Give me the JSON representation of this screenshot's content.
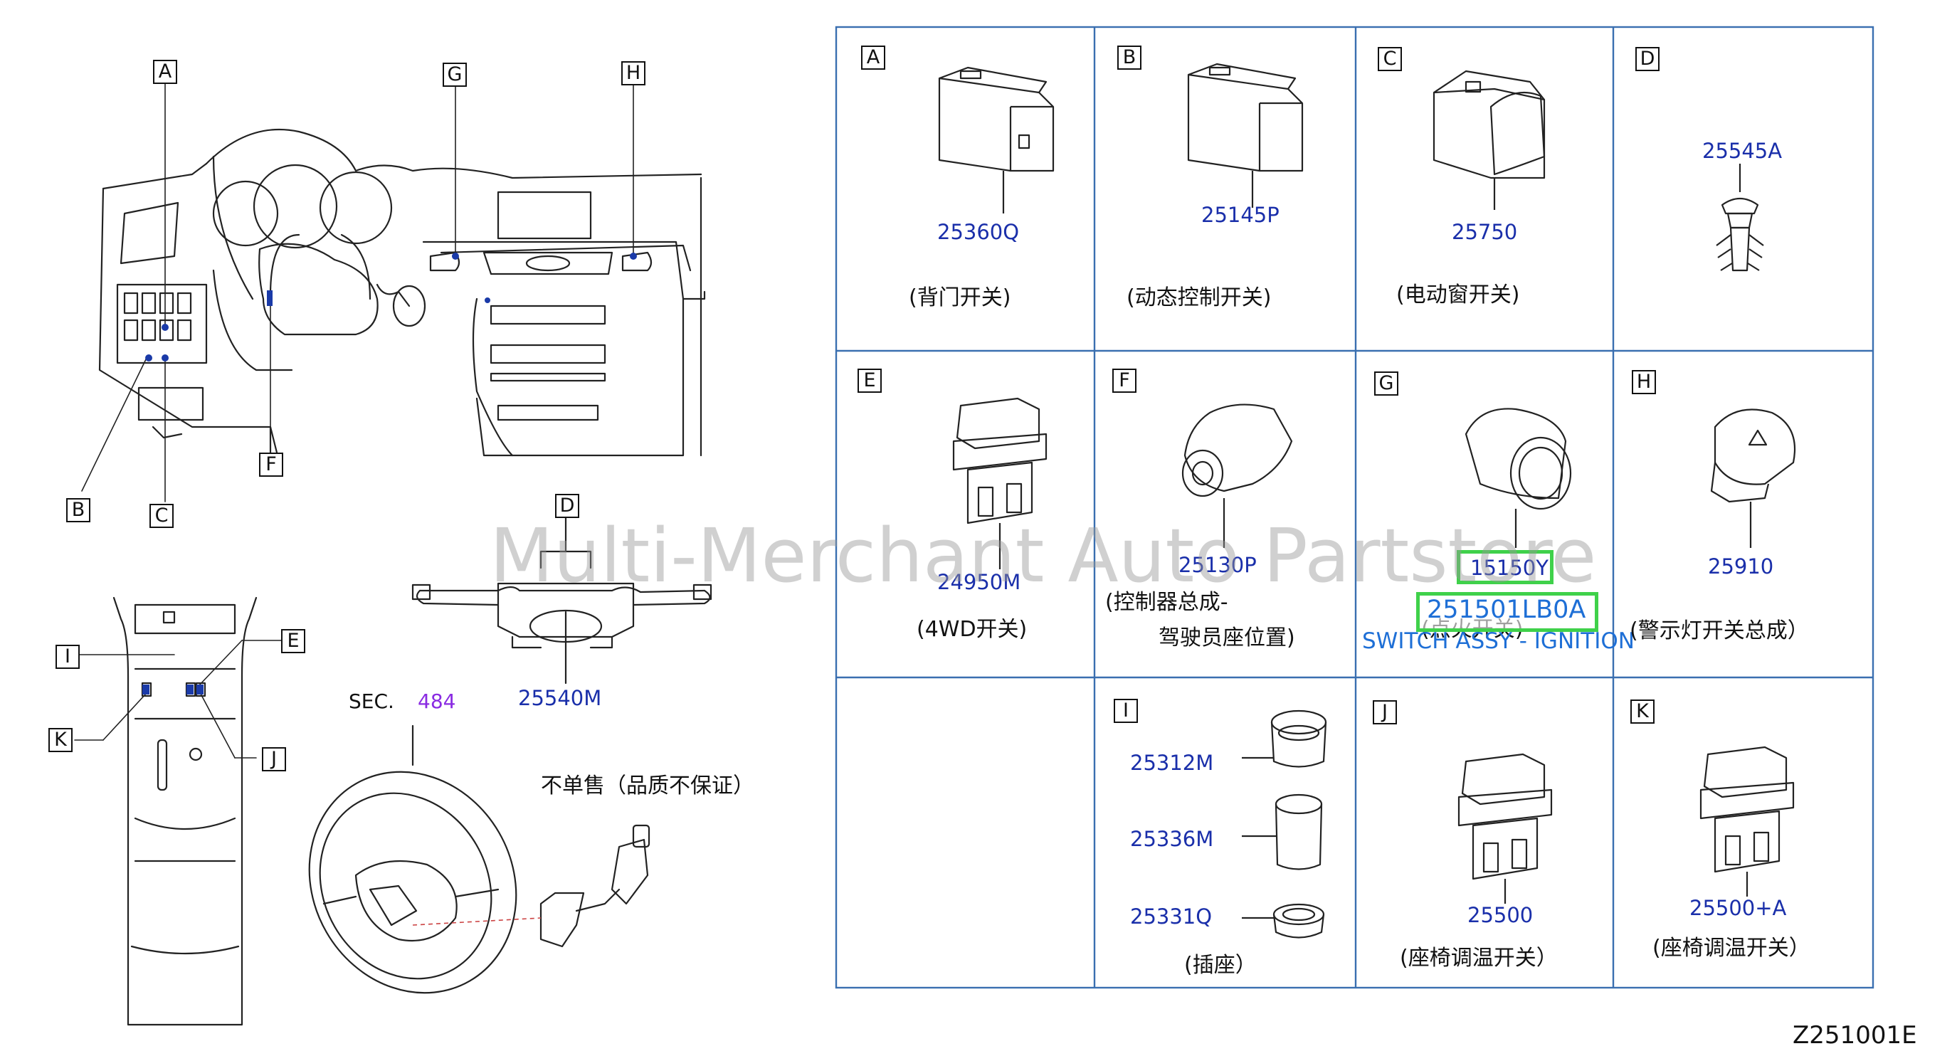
{
  "watermark": "Multi-Merchant Auto Partstore",
  "figure_code": "Z251001E",
  "overview": {
    "callouts": [
      "A",
      "B",
      "C",
      "D",
      "E",
      "F",
      "G",
      "H",
      "I",
      "J",
      "K"
    ],
    "sec_label": "SEC.",
    "sec_number": "484",
    "not_sold_note": "不单售（品质不保证）",
    "combo_switch_part": "25540M"
  },
  "cells": [
    {
      "letter": "A",
      "part": "25360Q",
      "name": "(背门开关)"
    },
    {
      "letter": "B",
      "part": "25145P",
      "name": "(动态控制开关)"
    },
    {
      "letter": "C",
      "part": "25750",
      "name": "(电动窗开关)"
    },
    {
      "letter": "D",
      "part": "25545A",
      "name": ""
    },
    {
      "letter": "E",
      "part": "24950M",
      "name": "(4WD开关)"
    },
    {
      "letter": "F",
      "part": "25130P",
      "name": "(控制器总成-",
      "name2": "驾驶员座位置)"
    },
    {
      "letter": "G",
      "part": "15150Y",
      "name": "(点火开关)"
    },
    {
      "letter": "H",
      "part": "25910",
      "name": "(警示灯开关总成）"
    },
    {
      "letter": "I",
      "parts": [
        "25312M",
        "25336M",
        "25331Q"
      ],
      "name": "(插座）"
    },
    {
      "letter": "J",
      "part": "25500",
      "name": "(座椅调温开关）"
    },
    {
      "letter": "K",
      "part": "25500+A",
      "name": "(座椅调温开关）"
    }
  ],
  "highlight": {
    "part_number": "251501LB0A",
    "description": "SWITCH ASSY - IGNITION"
  },
  "colors": {
    "part_number": "#1a2faa",
    "highlight_border": "#3fd14a",
    "highlight_text": "#1e6fd6",
    "sec_number": "#8a2be2"
  }
}
